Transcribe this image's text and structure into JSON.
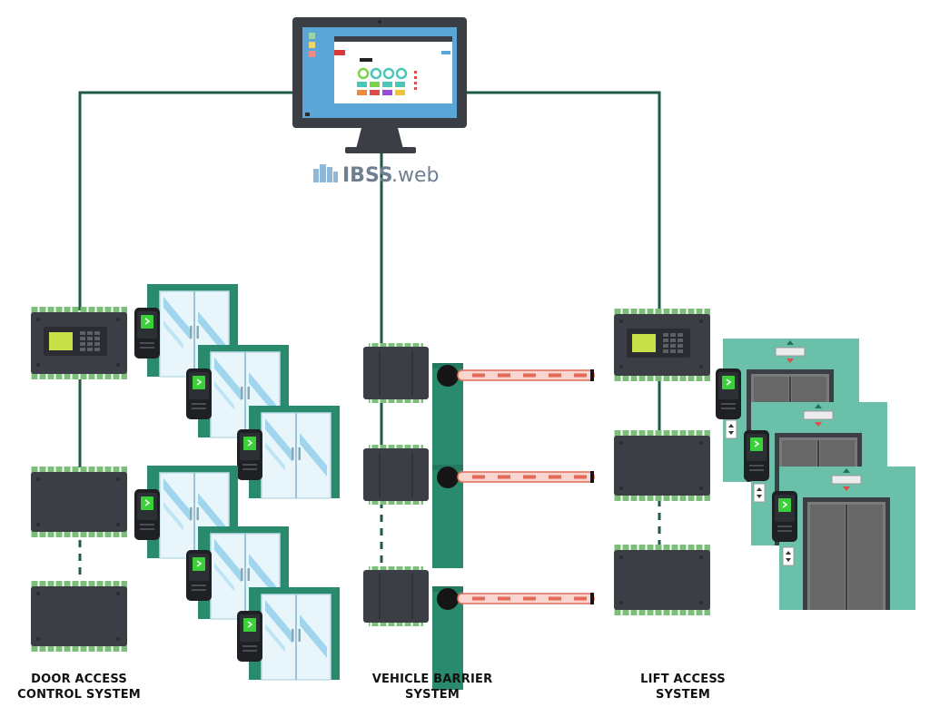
{
  "logo": {
    "brand": "IBSS",
    "suffix": ".web"
  },
  "systems": {
    "door": {
      "line1": "DOOR ACCESS",
      "line2": "CONTROL SYSTEM"
    },
    "vehicle": {
      "line1": "VEHICLE BARRIER",
      "line2": "SYSTEM"
    },
    "lift": {
      "line1": "LIFT ACCESS",
      "line2": "SYSTEM"
    }
  },
  "colors": {
    "wire": "#1f5a44",
    "controller": "#3b3e45",
    "terminal": "#7bbf7a",
    "door_frame": "#2a8a6e",
    "glass": "#d4eef7",
    "barrier_post": "#2a8a6e",
    "barrier_arm": "#f08a7a",
    "lift_panel": "#6ac0a8",
    "lift_door": "#6a6a6a",
    "screen": "#5aa6d6",
    "lcd": "#c8e04a",
    "reader_green": "#3ccf3c"
  }
}
